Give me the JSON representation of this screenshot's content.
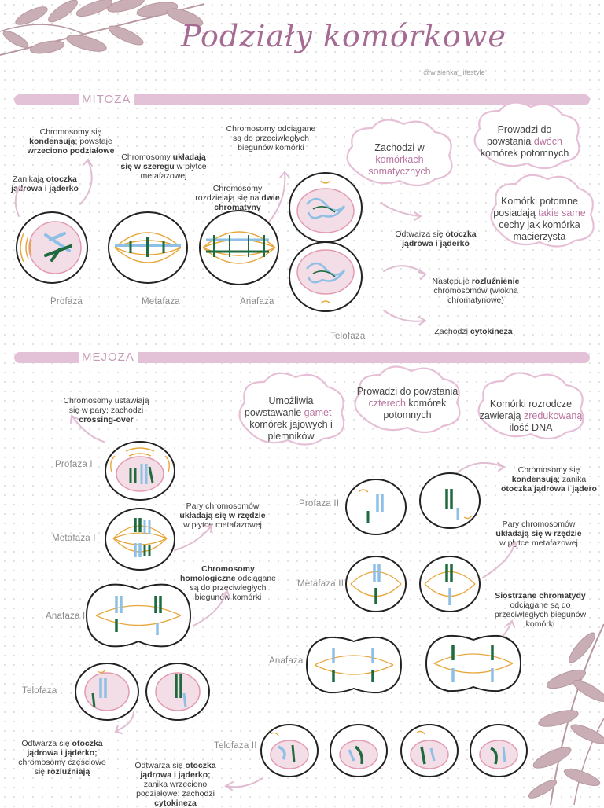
{
  "title": "Podziały komórkowe",
  "handle": "@wisienka_lifestyle",
  "colors": {
    "accent": "#b9749f",
    "banner": "#e3c2d8",
    "chromA": "#8ec0e6",
    "chromB": "#1e6b3f",
    "spindle": "#e8a63a",
    "nucleus": "#f3dde7"
  },
  "mitoza": {
    "label": "MITOZA",
    "clouds": {
      "c1_pre": "Zachodzi w ",
      "c1_hl": "komórkach\nsomatycznych",
      "c2_pre": "Prowadzi do\npowstania ",
      "c2_hl": "dwóch",
      "c2_post": "\nkomórek potomnych",
      "c3_pre": "Komórki potomne\nposiadają ",
      "c3_hl": "takie same",
      "c3_post": "\ncechy jak komórka\nmacierzysta"
    },
    "notes": {
      "n1_pre": "Chromosomy się\n",
      "n1_b1": "kondensują",
      "n1_mid": "; powstaje\n",
      "n1_b2": "wrzeciono podziałowe",
      "n2_pre": "Zanikają ",
      "n2_b": "otoczka\njądrowa i jąderko",
      "n3_pre": "Chromosomy ",
      "n3_b": "układają\nsię w szeregu",
      "n3_post": " w płytce\nmetafazowej",
      "n4": "Chromosomy odciągane\nsą do przeciwległych\nbiegunów komórki",
      "n5_pre": "Chromosomy\nrozdzielają się na ",
      "n5_b": "dwie\nchromatyny",
      "n6_pre": "Odtwarza się ",
      "n6_b": "otoczka\njądrowa i jąderko",
      "n7_pre": "Następuje ",
      "n7_b": "rozluźnienie",
      "n7_post": "\nchromosomów (włókna\nchromatynowe)",
      "n8_pre": "Zachodzi ",
      "n8_b": "cytokineza"
    },
    "stages": [
      "Profaza",
      "Metafaza",
      "Anafaza",
      "Telofaza"
    ]
  },
  "mejoza": {
    "label": "MEJOZA",
    "clouds": {
      "c1_pre": "Umożliwia\npowstawanie ",
      "c1_hl": "gamet",
      "c1_post": " -\nkomórek jajowych i\nplemników",
      "c2_pre": "Prowadzi do powstania\n",
      "c2_hl": "czterech",
      "c2_post": " komórek\npotomnych",
      "c3_pre": "Komórki rozrodcze\nzawierają ",
      "c3_hl": "zredukowaną",
      "c3_post": "\nilość DNA"
    },
    "notes": {
      "n1_pre": "Chromosomy ustawiają\nsię w pary; zachodzi\n",
      "n1_b": "crossing-over",
      "n2_pre": "Pary chromosomów\n",
      "n2_b": "układają się w rzędzie",
      "n2_post": "\nw płytce metafazowej",
      "n3_b": "Chromosomy\nhomologiczne",
      "n3_post": " odciągane\nsą do przeciwległych\nbiegunów komórki",
      "n4_pre": "Odtwarza się ",
      "n4_b1": "otoczka\njądrowa i jąderko;",
      "n4_mid": "\nchromosomy częściowo\nsię ",
      "n4_b2": "rozluźniają",
      "n5_pre": "Chromosomy się\n",
      "n5_b": "kondensują",
      "n5_post": "; zanika\n",
      "n5_b2": "otoczka jądrowa i jądero",
      "n6_pre": "Pary chromosomów\n",
      "n6_b": "układają się w rzędzie",
      "n6_post": "\nw płytce metafazowej",
      "n7_b": "Siostrzane chromatydy",
      "n7_post": "\nodciągane są do\nprzeciwległych biegunów\nkomórki",
      "n8_pre": "Odtwarza się ",
      "n8_b1": "otoczka\njądrowa i jąderko;",
      "n8_mid": "\nzanika wrzeciono\npodziałowe; zachodzi\n",
      "n8_b2": "cytokineza"
    },
    "stages": [
      "Profaza I",
      "Metafaza I",
      "Anafaza I",
      "Telofaza I",
      "Profaza II",
      "Metafaza II",
      "Anafaza II",
      "Telofaza II"
    ]
  }
}
